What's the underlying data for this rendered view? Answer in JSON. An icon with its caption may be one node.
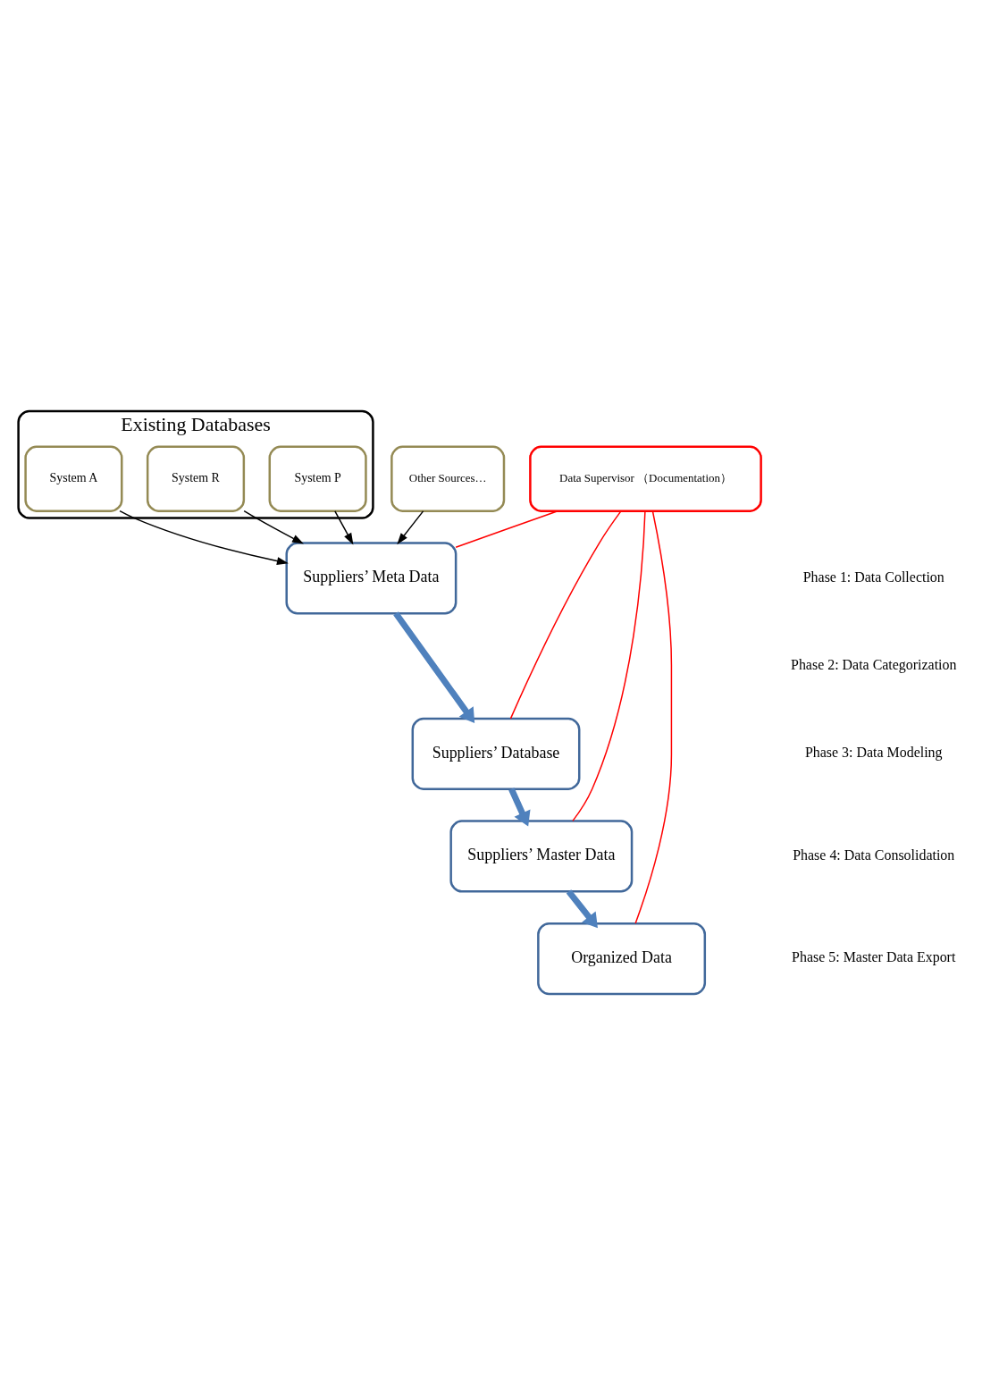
{
  "diagram": {
    "nodes": [
      {
        "text": [
          "Existing Databases"
        ]
      },
      {
        "text": [
          "System P"
        ],
        "in": 0
      },
      {
        "text": [
          "System R"
        ],
        "in": 0
      },
      {
        "text": [
          "System A"
        ],
        "in": 0
      },
      {
        "text": [
          "Suppliers’ Meta Data"
        ]
      },
      {
        "text": [
          "Other Sources…"
        ]
      },
      {
        "text": [
          "Data Supervisor （Documentation）"
        ]
      },
      {
        "text": [
          "Suppliers’ Database"
        ]
      },
      {
        "text": [
          "Suppliers’ Master Data"
        ]
      },
      {
        "text": [
          "Organized Data"
        ]
      }
    ],
    "edges": [
      {
        "from": 1,
        "to": 4,
        "arrow": "to"
      },
      {
        "from": 2,
        "to": 4,
        "arrow": "to"
      },
      {
        "from": 3,
        "to": 4,
        "arrow": "to"
      },
      {
        "from": 5,
        "to": 4,
        "arrow": "to"
      },
      {
        "from": 4,
        "to": 7,
        "arrow": "to",
        "style": "thick",
        "color": "#4f81bd"
      },
      {
        "from": 7,
        "to": 8,
        "arrow": "to",
        "style": "thick",
        "color": "#4f81bd"
      },
      {
        "from": 8,
        "to": 9,
        "arrow": "to",
        "style": "thick",
        "color": "#4f81bd"
      },
      {
        "from": 6,
        "to": 4,
        "arrow": "none",
        "color": "#ff0000"
      },
      {
        "from": 6,
        "to": 7,
        "arrow": "none",
        "color": "#ff0000"
      },
      {
        "from": 6,
        "to": 8,
        "arrow": "none",
        "color": "#ff0000"
      },
      {
        "from": 6,
        "to": 9,
        "arrow": "none",
        "color": "#ff0000"
      }
    ],
    "labels": [
      "Phase 1: Data Collection",
      "Phase 2: Data Categorization",
      "Phase 3: Data Modeling",
      "Phase 4: Data Consolidation",
      "Phase 5: Master Data Export"
    ]
  }
}
